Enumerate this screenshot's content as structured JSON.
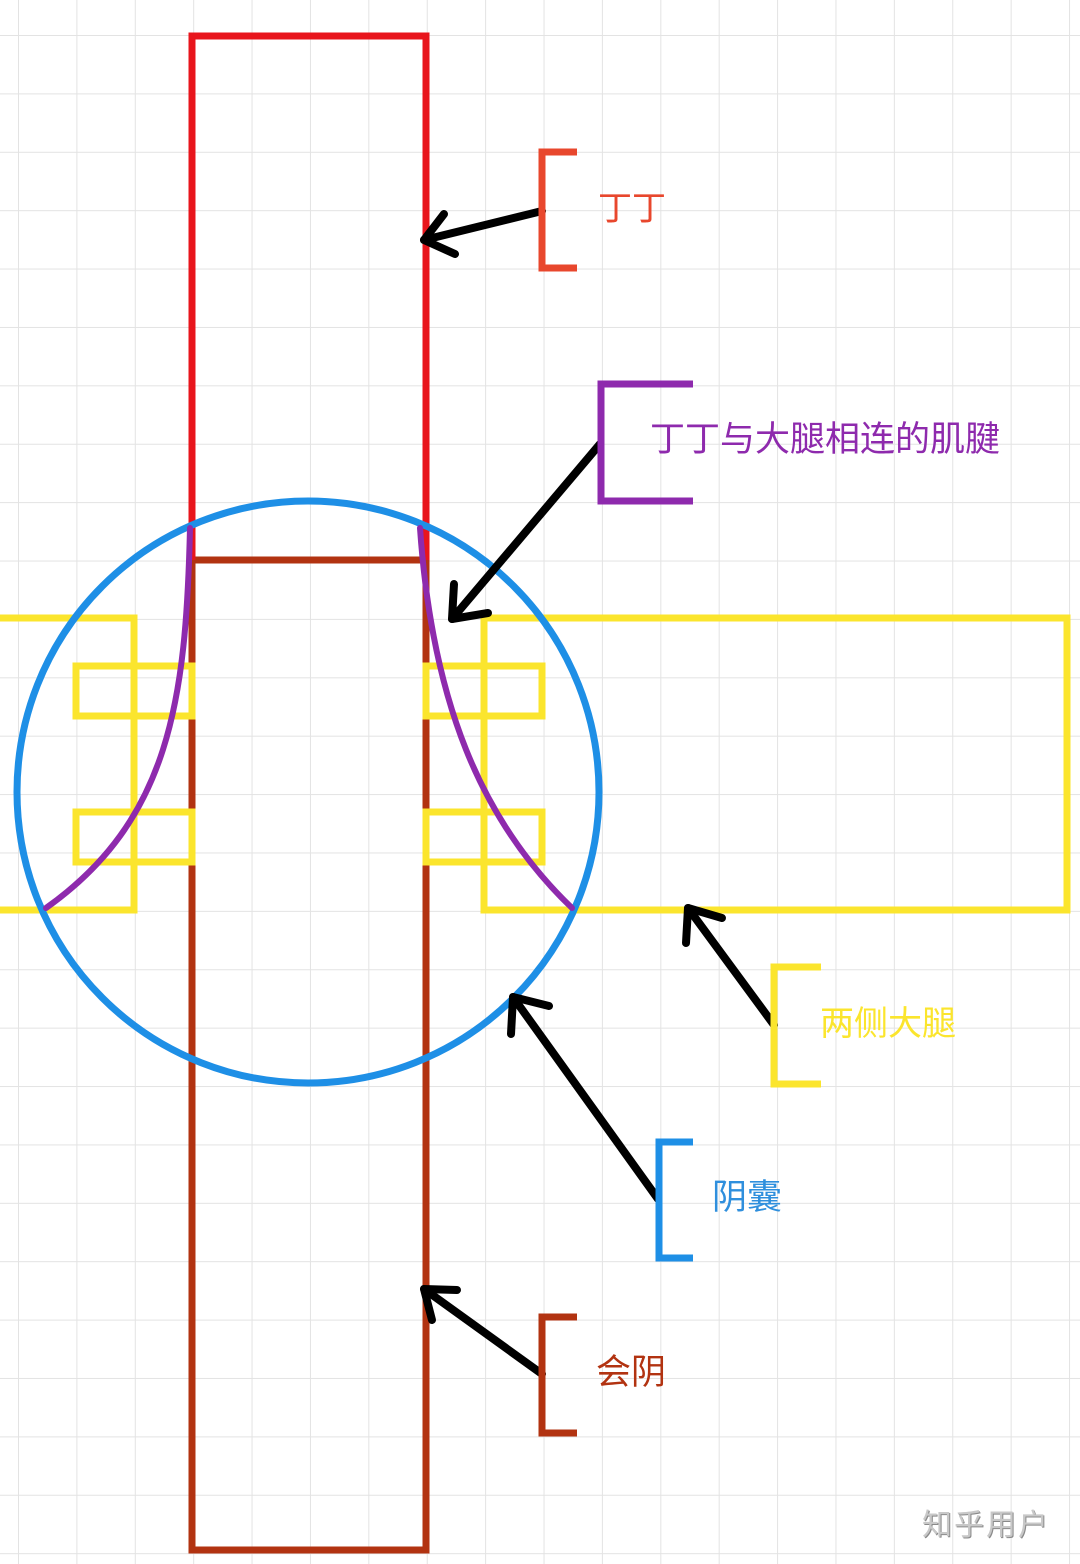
{
  "colors": {
    "penis": "#e8151c",
    "tendon": "#8e2aad",
    "thighs": "#fbe52d",
    "scrotum": "#1e8fe6",
    "perineum": "#b23311",
    "arrow": "#000000",
    "grid": "#e3e3e3",
    "watermark": "#c8c8c8"
  },
  "labels": {
    "penis": "丁丁",
    "tendon": "丁丁与大腿相连的肌腱",
    "thighs": "两侧大腿",
    "scrotum": "阴囊",
    "perineum": "会阴"
  },
  "watermark": "知乎用户"
}
